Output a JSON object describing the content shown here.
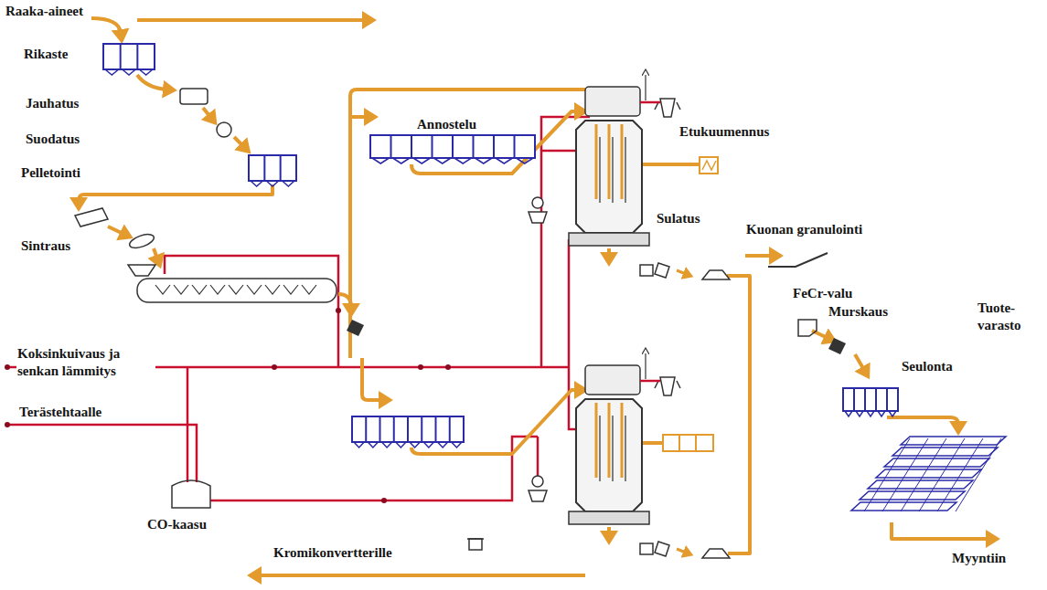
{
  "diagram": {
    "labels": [
      "Raaka-aineet",
      "Rikaste",
      "Jauhatus",
      "Suodatus",
      "Annostelu",
      "Etukuumennus",
      "Sulatus",
      "Pelletointi",
      "Kuonan granulointi",
      "FeCr-valu",
      "Sintraus",
      "Murskaus",
      "Seulonta",
      "Tuote- varasto",
      "Koksinkuivaus ja senkan lämmitys",
      "Terästehtaalle",
      "CO-kaasu",
      "Kromikonvertterille",
      "Myyntiin"
    ]
  }
}
